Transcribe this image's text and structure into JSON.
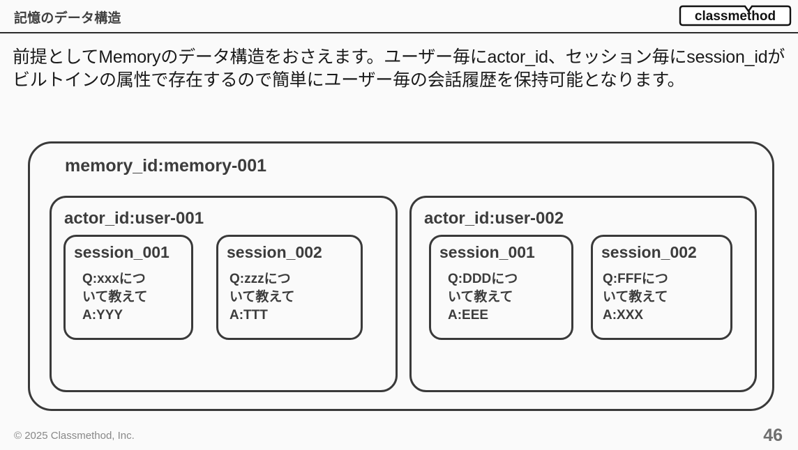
{
  "header": {
    "title": "記憶のデータ構造",
    "logo_text": "classmethod"
  },
  "content": {
    "lead_text": "前提としてMemoryのデータ構造をおさえます。ユーザー毎にactor_id、セッション毎にsession_idがビルトインの属性で存在するので簡単にユーザー毎の会話履歴を保持可能となります。"
  },
  "diagram": {
    "memory": {
      "label": "memory_id:memory-001",
      "actors": [
        {
          "label": "actor_id:user-001",
          "sessions": [
            {
              "title": "session_001",
              "lines": [
                "Q:xxxにつ",
                "いて教えて",
                "A:YYY"
              ]
            },
            {
              "title": "session_002",
              "lines": [
                "Q:zzzにつ",
                "いて教えて",
                "A:TTT"
              ]
            }
          ]
        },
        {
          "label": "actor_id:user-002",
          "sessions": [
            {
              "title": "session_001",
              "lines": [
                "Q:DDDにつ",
                "いて教えて",
                "A:EEE"
              ]
            },
            {
              "title": "session_002",
              "lines": [
                "Q:FFFにつ",
                "いて教えて",
                "A:XXX"
              ]
            }
          ]
        }
      ]
    }
  },
  "footer": {
    "copyright": "© 2025 Classmethod, Inc.",
    "page_number": "46"
  },
  "colors": {
    "background": "#fafafa",
    "text": "#1a1a1a",
    "outline": "#3a3a3a",
    "muted": "#888888",
    "rule": "#2b2b2b"
  }
}
